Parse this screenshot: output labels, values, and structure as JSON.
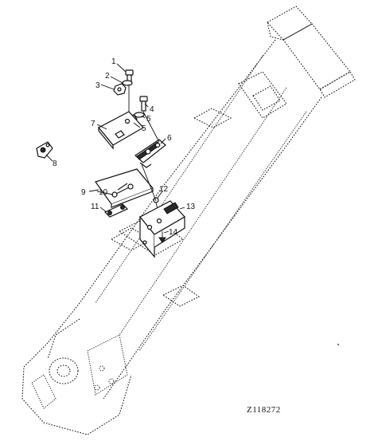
{
  "callouts": [
    {
      "label": "1"
    },
    {
      "label": "2"
    },
    {
      "label": "3"
    },
    {
      "label": "4"
    },
    {
      "label": "5"
    },
    {
      "label": "5"
    },
    {
      "label": "6"
    },
    {
      "label": "7"
    },
    {
      "label": "8"
    },
    {
      "label": "9"
    },
    {
      "label": "10"
    },
    {
      "label": "11"
    },
    {
      "label": "12"
    },
    {
      "label": "13"
    },
    {
      "label": "14"
    }
  ],
  "drawing_code": "Z118272"
}
